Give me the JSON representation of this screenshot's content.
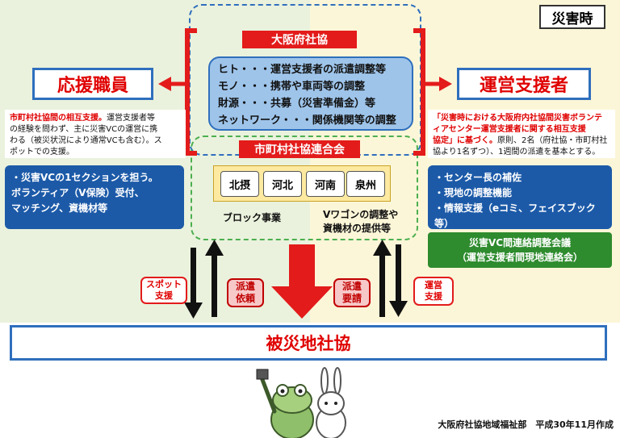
{
  "disaster_tag": "災害時",
  "left_title": "応援職員",
  "right_title": "運営支援者",
  "prefecture_council": {
    "title": "大阪府社協",
    "lines": [
      "ヒト・・・運営支援者の派遣調整等",
      "モノ・・・携帯や車両等の調整",
      "財源・・・共募（災害準備金）等",
      "ネットワーク・・・関係機関等の調整"
    ]
  },
  "municipal_federation": {
    "title": "市町村社協連合会",
    "blocks": [
      "北摂",
      "河北",
      "河南",
      "泉州"
    ],
    "block_caption": "ブロック事業",
    "wagon_caption_1": "Vワゴンの調整や",
    "wagon_caption_2": "資機材の提供等"
  },
  "left_note": {
    "highlight": "市町村社協間の相互支援。",
    "l1": "運営支援者等",
    "l2": "の経験を問わず、主に災害VCの運営に携",
    "l3": "わる（被災状況により通常VCも含む）。ス",
    "l4": "ポットでの支援。"
  },
  "right_note": {
    "h1": "「災害時における大阪府内社協間災害ボランテ",
    "h2": "ィアセンター運営支援者に関する相互支援",
    "h3": "協定」に基づく。",
    "t3": "原則、2名（府社協・市町村社",
    "l4": "協より1名ずつ）、1週間の派遣を基本とする。"
  },
  "left_tasks": [
    "・災害VCの1セクションを担う。",
    "ボランティア（V保険）受付、",
    "マッチング、資機材等"
  ],
  "right_tasks": [
    "・センター長の補佐",
    "・現地の調整機能",
    "・情報支援（eコミ、フェイスブック等）"
  ],
  "liaison": {
    "line1": "災害VC間連絡調整会議",
    "line2": "（運営支援者間現地連絡会）"
  },
  "arrow_labels": {
    "spot_support": [
      "スポット",
      "支援"
    ],
    "dispatch_request": [
      "派遣",
      "依頼"
    ],
    "dispatch_demand": [
      "派遣",
      "要請"
    ],
    "operation_support": [
      "運営",
      "支援"
    ]
  },
  "affected_council": "被災地社協",
  "footer": "大阪府社協地域福祉部　平成30年11月作成",
  "colors": {
    "red": "#e31b1b",
    "blue": "#2f6fbd",
    "green": "#2e8b2e",
    "dark_blue": "#1c5aa8"
  }
}
